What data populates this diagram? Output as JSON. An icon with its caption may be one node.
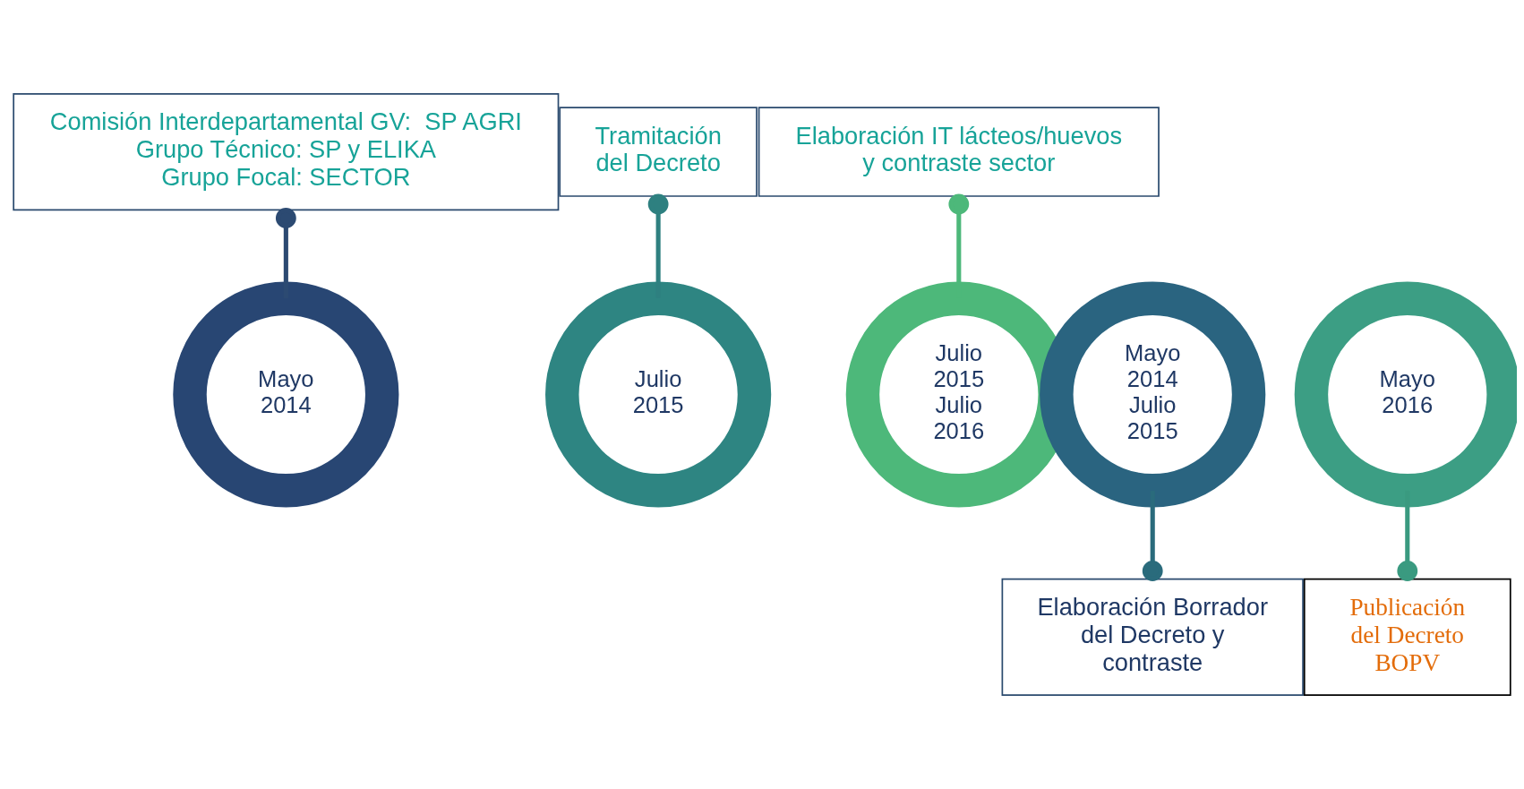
{
  "diagram": {
    "nodes": [
      {
        "text": [
          "Comisión Interdepartamental GV:  SP AGRI",
          "Grupo Técnico: SP y ELIKA",
          "Grupo Focal: SECTOR"
        ]
      },
      {
        "text": [
          "Tramitación del Decreto"
        ]
      },
      {
        "text": [
          "Elaboración IT lácteos/huevos y contraste sector"
        ]
      },
      {
        "text": [
          "Mayo 2014"
        ]
      },
      {
        "text": [
          "Mayo 2014 Julio 2015"
        ]
      },
      {
        "text": [
          "Julio 2015"
        ]
      },
      {
        "text": [
          "Mayo 2016"
        ]
      },
      {
        "text": [
          "Julio 2015 Julio 2016"
        ]
      },
      {
        "text": [
          "Elaboración Borrador del Decreto y contraste"
        ]
      },
      {
        "text": [
          "Publicación del Decreto BOPV"
        ]
      }
    ],
    "edges": [
      {
        "from": 0,
        "to": 3,
        "arrow": "other",
        "color": "#2c4a72"
      },
      {
        "from": 4,
        "to": 8,
        "arrow": "other",
        "color": "#2a6b7c"
      },
      {
        "from": 1,
        "to": 5,
        "arrow": "other",
        "color": "#2e8080"
      },
      {
        "from": 6,
        "to": 9,
        "arrow": "other",
        "color": "#3a9a80"
      },
      {
        "from": 2,
        "to": 7,
        "arrow": "other",
        "color": "#4db87a"
      }
    ]
  }
}
